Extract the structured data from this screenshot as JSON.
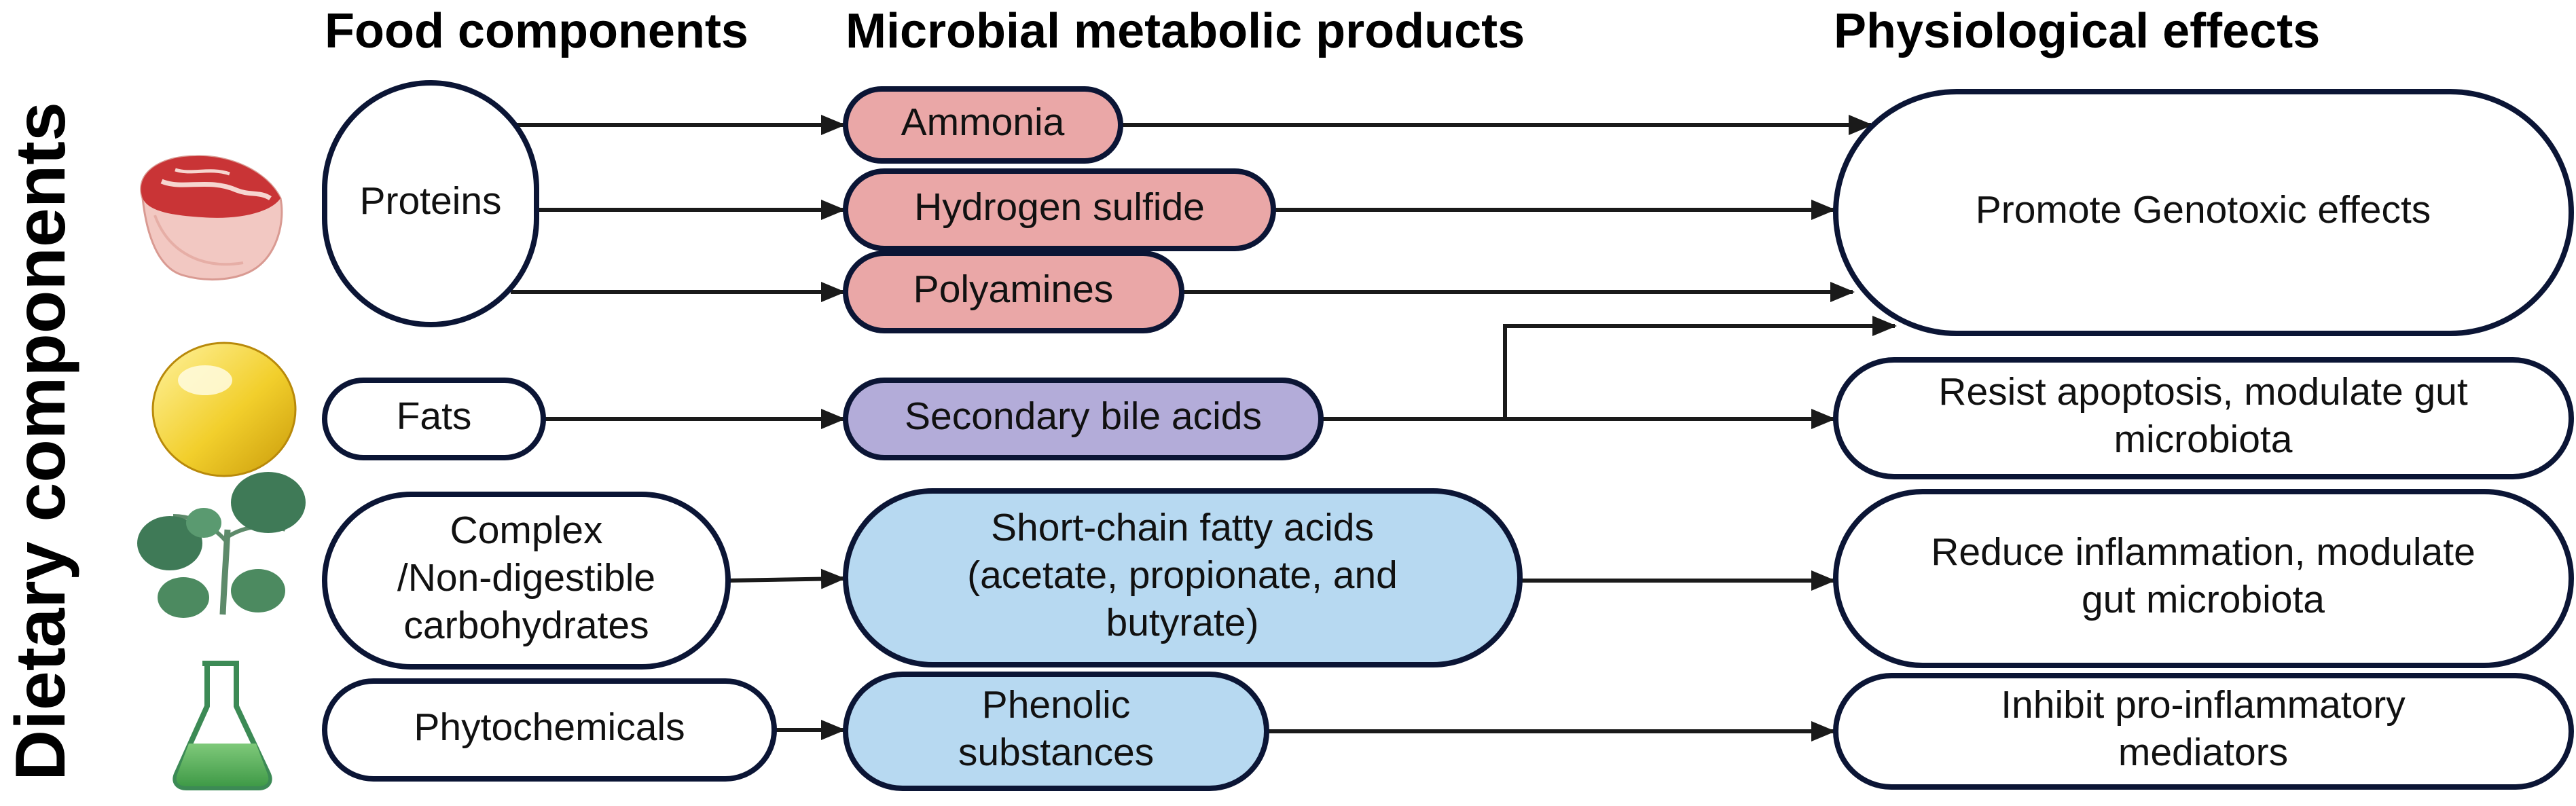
{
  "headers": {
    "food": "Food components",
    "microbial": "Microbial metabolic products",
    "physiological": "Physiological effects"
  },
  "side_label": "Dietary components",
  "colors": {
    "protein_products": "#eaa7a7",
    "bile_acids": "#b3acd9",
    "carb_products": "#b7d9f1",
    "outline": "#0b1535",
    "arrow": "#1a1a1a"
  },
  "icons": {
    "proteins": "meat-steak-icon",
    "fats": "fat-droplet-icon",
    "carbohydrates": "leafy-plant-icon",
    "phytochemicals": "lab-flask-icon"
  },
  "food": {
    "proteins": [
      "Proteins"
    ],
    "fats": [
      "Fats"
    ],
    "carbohydrates": [
      "Complex",
      "/Non-digestible",
      "carbohydrates"
    ],
    "phytochemicals": [
      "Phytochemicals"
    ]
  },
  "products": {
    "ammonia": [
      "Ammonia"
    ],
    "hydrogen_sulfide": [
      "Hydrogen sulfide"
    ],
    "polyamines": [
      "Polyamines"
    ],
    "bile_acids": [
      "Secondary bile acids"
    ],
    "scfa": [
      "Short-chain fatty acids",
      "(acetate, propionate, and",
      "butyrate)"
    ],
    "phenolic": [
      "Phenolic",
      "substances"
    ]
  },
  "effects": {
    "genotoxic": [
      "Promote Genotoxic effects"
    ],
    "apoptosis": [
      "Resist apoptosis, modulate gut",
      "microbiota"
    ],
    "inflammation": [
      "Reduce inflammation, modulate",
      "gut microbiota"
    ],
    "mediators": [
      "Inhibit pro-inflammatory",
      "mediators"
    ]
  }
}
